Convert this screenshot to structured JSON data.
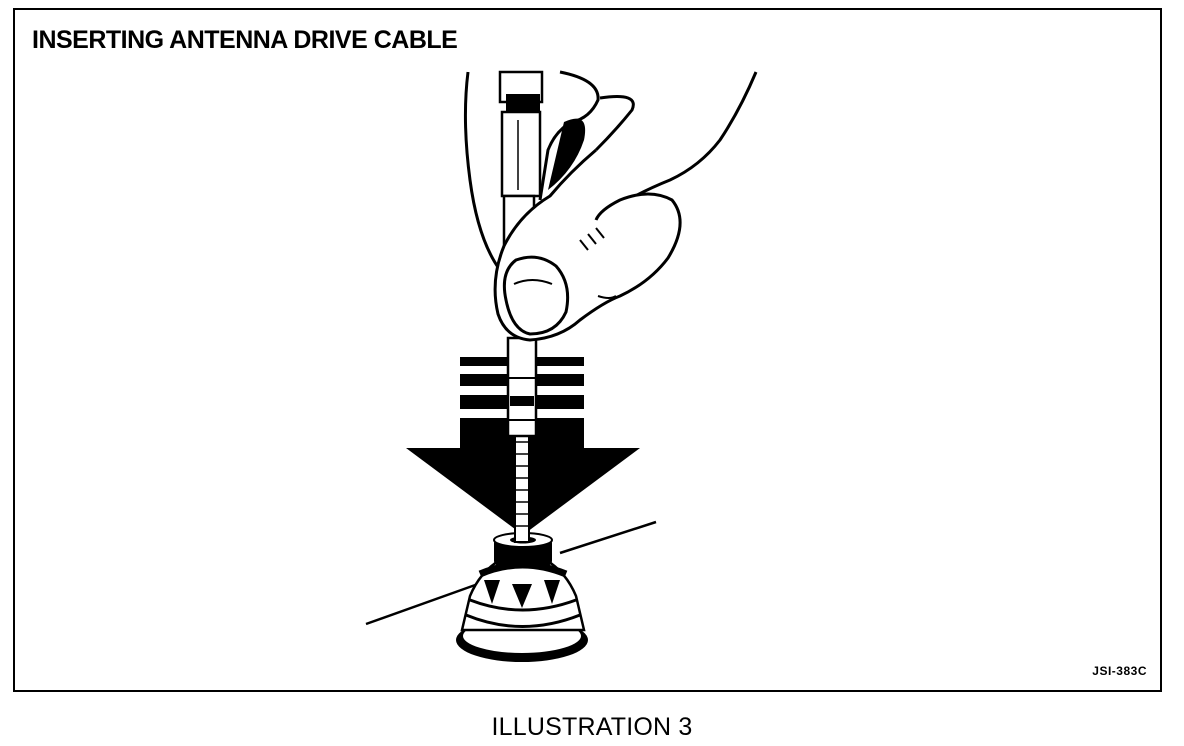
{
  "figure": {
    "title": "INSERTING ANTENNA DRIVE CABLE",
    "code": "JSI-383C",
    "caption": "ILLUSTRATION 3"
  },
  "colors": {
    "ink": "#000000",
    "paper": "#ffffff"
  }
}
